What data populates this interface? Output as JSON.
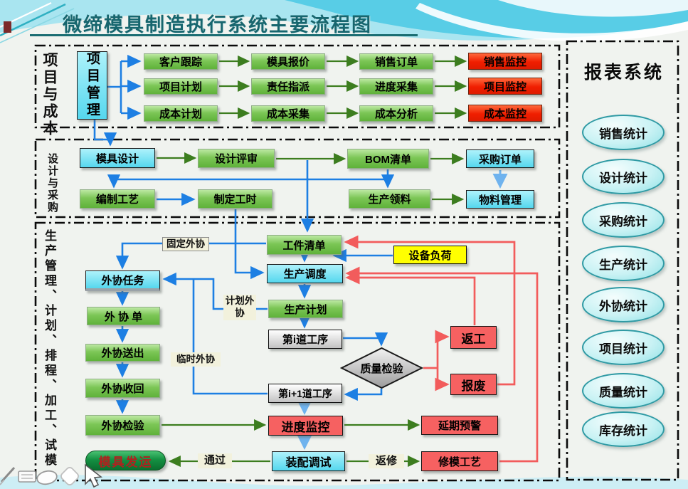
{
  "title": "微缔模具制造执行系统主要流程图",
  "colors": {
    "title_teal": "#17666e",
    "arrow_blue": "#1d7fe3",
    "arrow_green": "#3c7d1f",
    "arrow_red": "#f25c5c",
    "arrow_lightblue": "#6fb3ee",
    "box_green": "#7cc656",
    "box_cyan": "#55d7ee",
    "box_red_bright": "#f01e00",
    "box_red_soft": "#f66161",
    "box_yellow": "#ffff00",
    "oval_fill": "#c9f2f4"
  },
  "section1": {
    "label": "项目与成本",
    "root": "项目管理",
    "rows": [
      [
        "客户跟踪",
        "模具报价",
        "销售订单",
        "销售监控"
      ],
      [
        "项目计划",
        "责任指派",
        "进度采集",
        "项目监控"
      ],
      [
        "成本计划",
        "成本采集",
        "成本分析",
        "成本监控"
      ]
    ]
  },
  "section2": {
    "label": "设计与采购",
    "nodes": {
      "mold_design": "模具设计",
      "design_review": "设计评审",
      "bom_list": "BOM清单",
      "purchase_order": "采购订单",
      "process_planning": "编制工艺",
      "work_hours": "制定工时",
      "material_issue": "生产领料",
      "material_mgmt": "物料管理"
    }
  },
  "section3": {
    "label": "生产管理、计划、排程、加工、试模",
    "nodes": {
      "work_list": "工件清单",
      "equipment_load": "设备负荷",
      "scheduling": "生产调度",
      "production_plan": "生产计划",
      "process_i": "第i道工序",
      "quality_check": "质量检验",
      "process_i1": "第i+1道工序",
      "progress_monitor": "进度监控",
      "delay_warning": "延期预警",
      "assembly_debug": "装配调试",
      "mold_repair": "修模工艺",
      "rework": "返工",
      "scrap": "报废",
      "outsource_task": "外协任务",
      "outsource_order": "外 协 单",
      "outsource_send": "外协送出",
      "outsource_return": "外协收回",
      "outsource_inspect": "外协检验",
      "mold_shipping": "模具发运"
    },
    "tags": {
      "fixed": "固定外协",
      "planned": "计划外协",
      "temporary": "临时外协",
      "pass": "通过",
      "repair": "返修"
    }
  },
  "report": {
    "title": "报表系统",
    "items": [
      "销售统计",
      "设计统计",
      "采购统计",
      "生产统计",
      "外协统计",
      "项目统计",
      "质量统计",
      "库存统计"
    ]
  }
}
